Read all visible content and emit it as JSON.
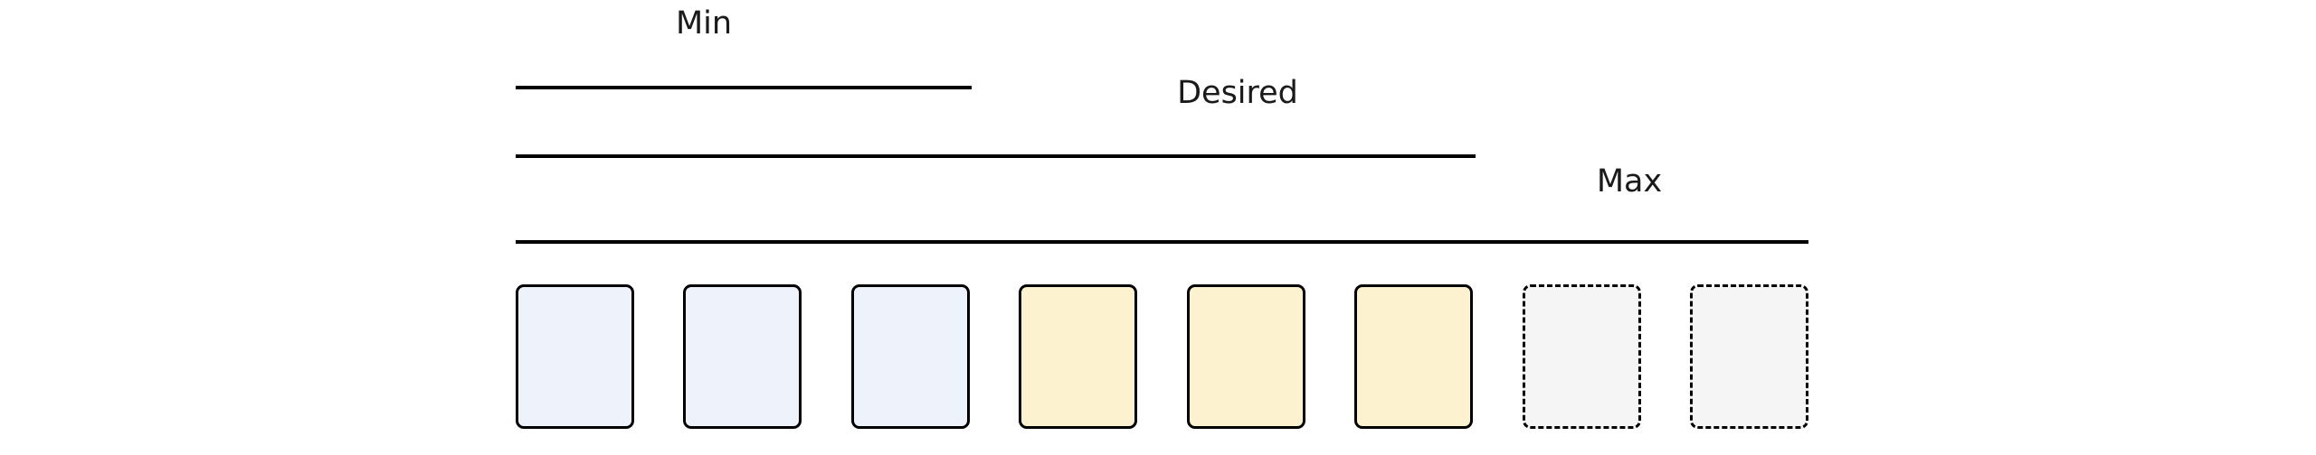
{
  "ranges": {
    "min": {
      "label": "Min",
      "slots": 3
    },
    "desired": {
      "label": "Desired",
      "slots": 6
    },
    "max": {
      "label": "Max",
      "slots": 8
    }
  },
  "slots": [
    {
      "group": "min",
      "fill": "#eef3fb",
      "border": "solid"
    },
    {
      "group": "min",
      "fill": "#eef3fb",
      "border": "solid"
    },
    {
      "group": "min",
      "fill": "#eef3fb",
      "border": "solid"
    },
    {
      "group": "desired",
      "fill": "#fdf2d0",
      "border": "solid"
    },
    {
      "group": "desired",
      "fill": "#fdf2d0",
      "border": "solid"
    },
    {
      "group": "desired",
      "fill": "#fdf2d0",
      "border": "solid"
    },
    {
      "group": "max",
      "fill": "#f5f5f5",
      "border": "dashed"
    },
    {
      "group": "max",
      "fill": "#f5f5f5",
      "border": "dashed"
    }
  ],
  "colors": {
    "line": "#000000",
    "text": "#1a1a1a"
  }
}
